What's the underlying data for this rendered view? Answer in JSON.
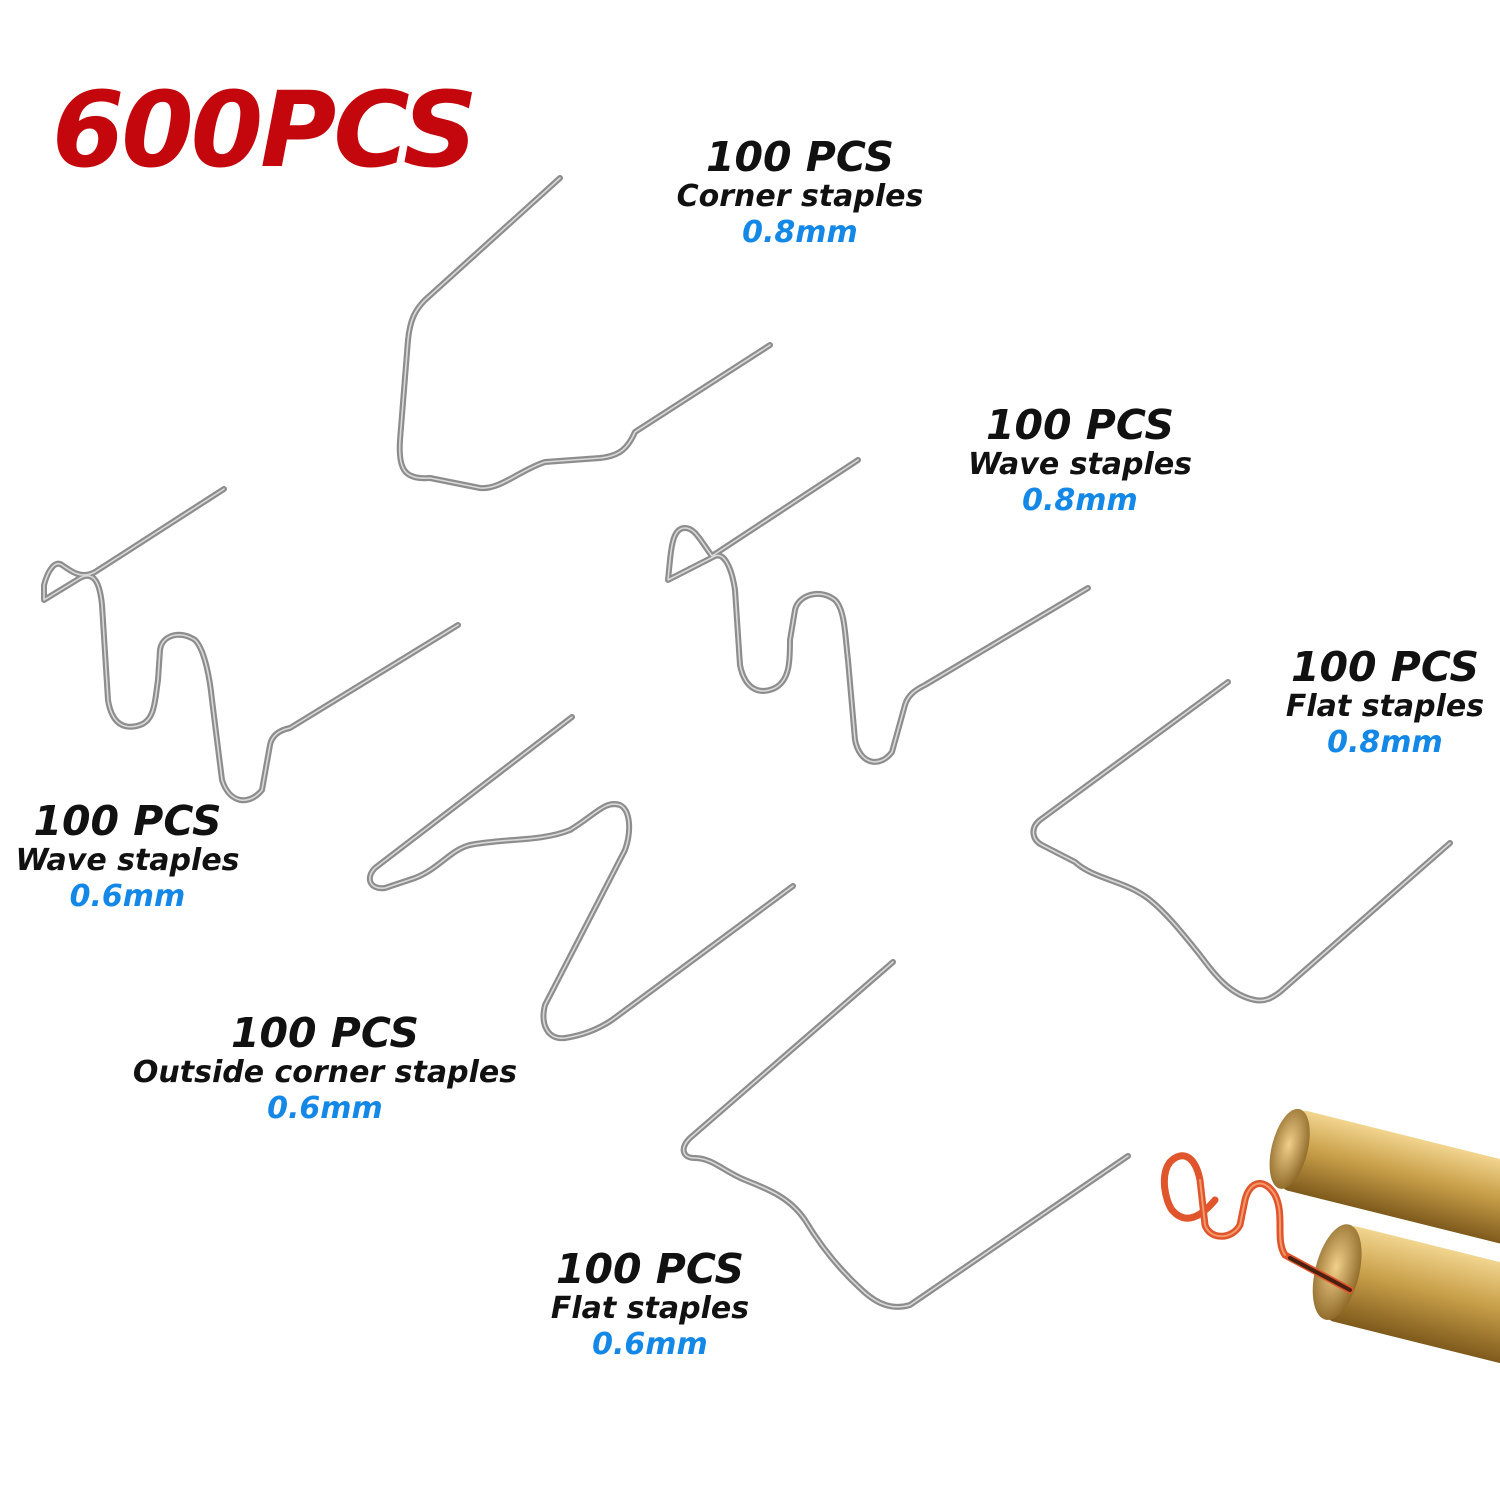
{
  "headline": "600PCS",
  "colors": {
    "headline": "#c4060d",
    "label_text": "#111111",
    "size_text": "#1488e6",
    "wire": "#8d8d8d",
    "brass": "#c9a04a",
    "heated_wire": "#e0552b"
  },
  "labels": {
    "corner_08": {
      "qty": "100 PCS",
      "name": "Corner staples",
      "size": "0.8mm"
    },
    "wave_08": {
      "qty": "100 PCS",
      "name": "Wave staples",
      "size": "0.8mm"
    },
    "flat_08": {
      "qty": "100 PCS",
      "name": "Flat staples",
      "size": "0.8mm"
    },
    "wave_06": {
      "qty": "100 PCS",
      "name": "Wave staples",
      "size": "0.6mm"
    },
    "outside_corner_06": {
      "qty": "100 PCS",
      "name": "Outside corner staples",
      "size": "0.6mm"
    },
    "flat_06": {
      "qty": "100 PCS",
      "name": "Flat staples",
      "size": "0.6mm"
    }
  }
}
